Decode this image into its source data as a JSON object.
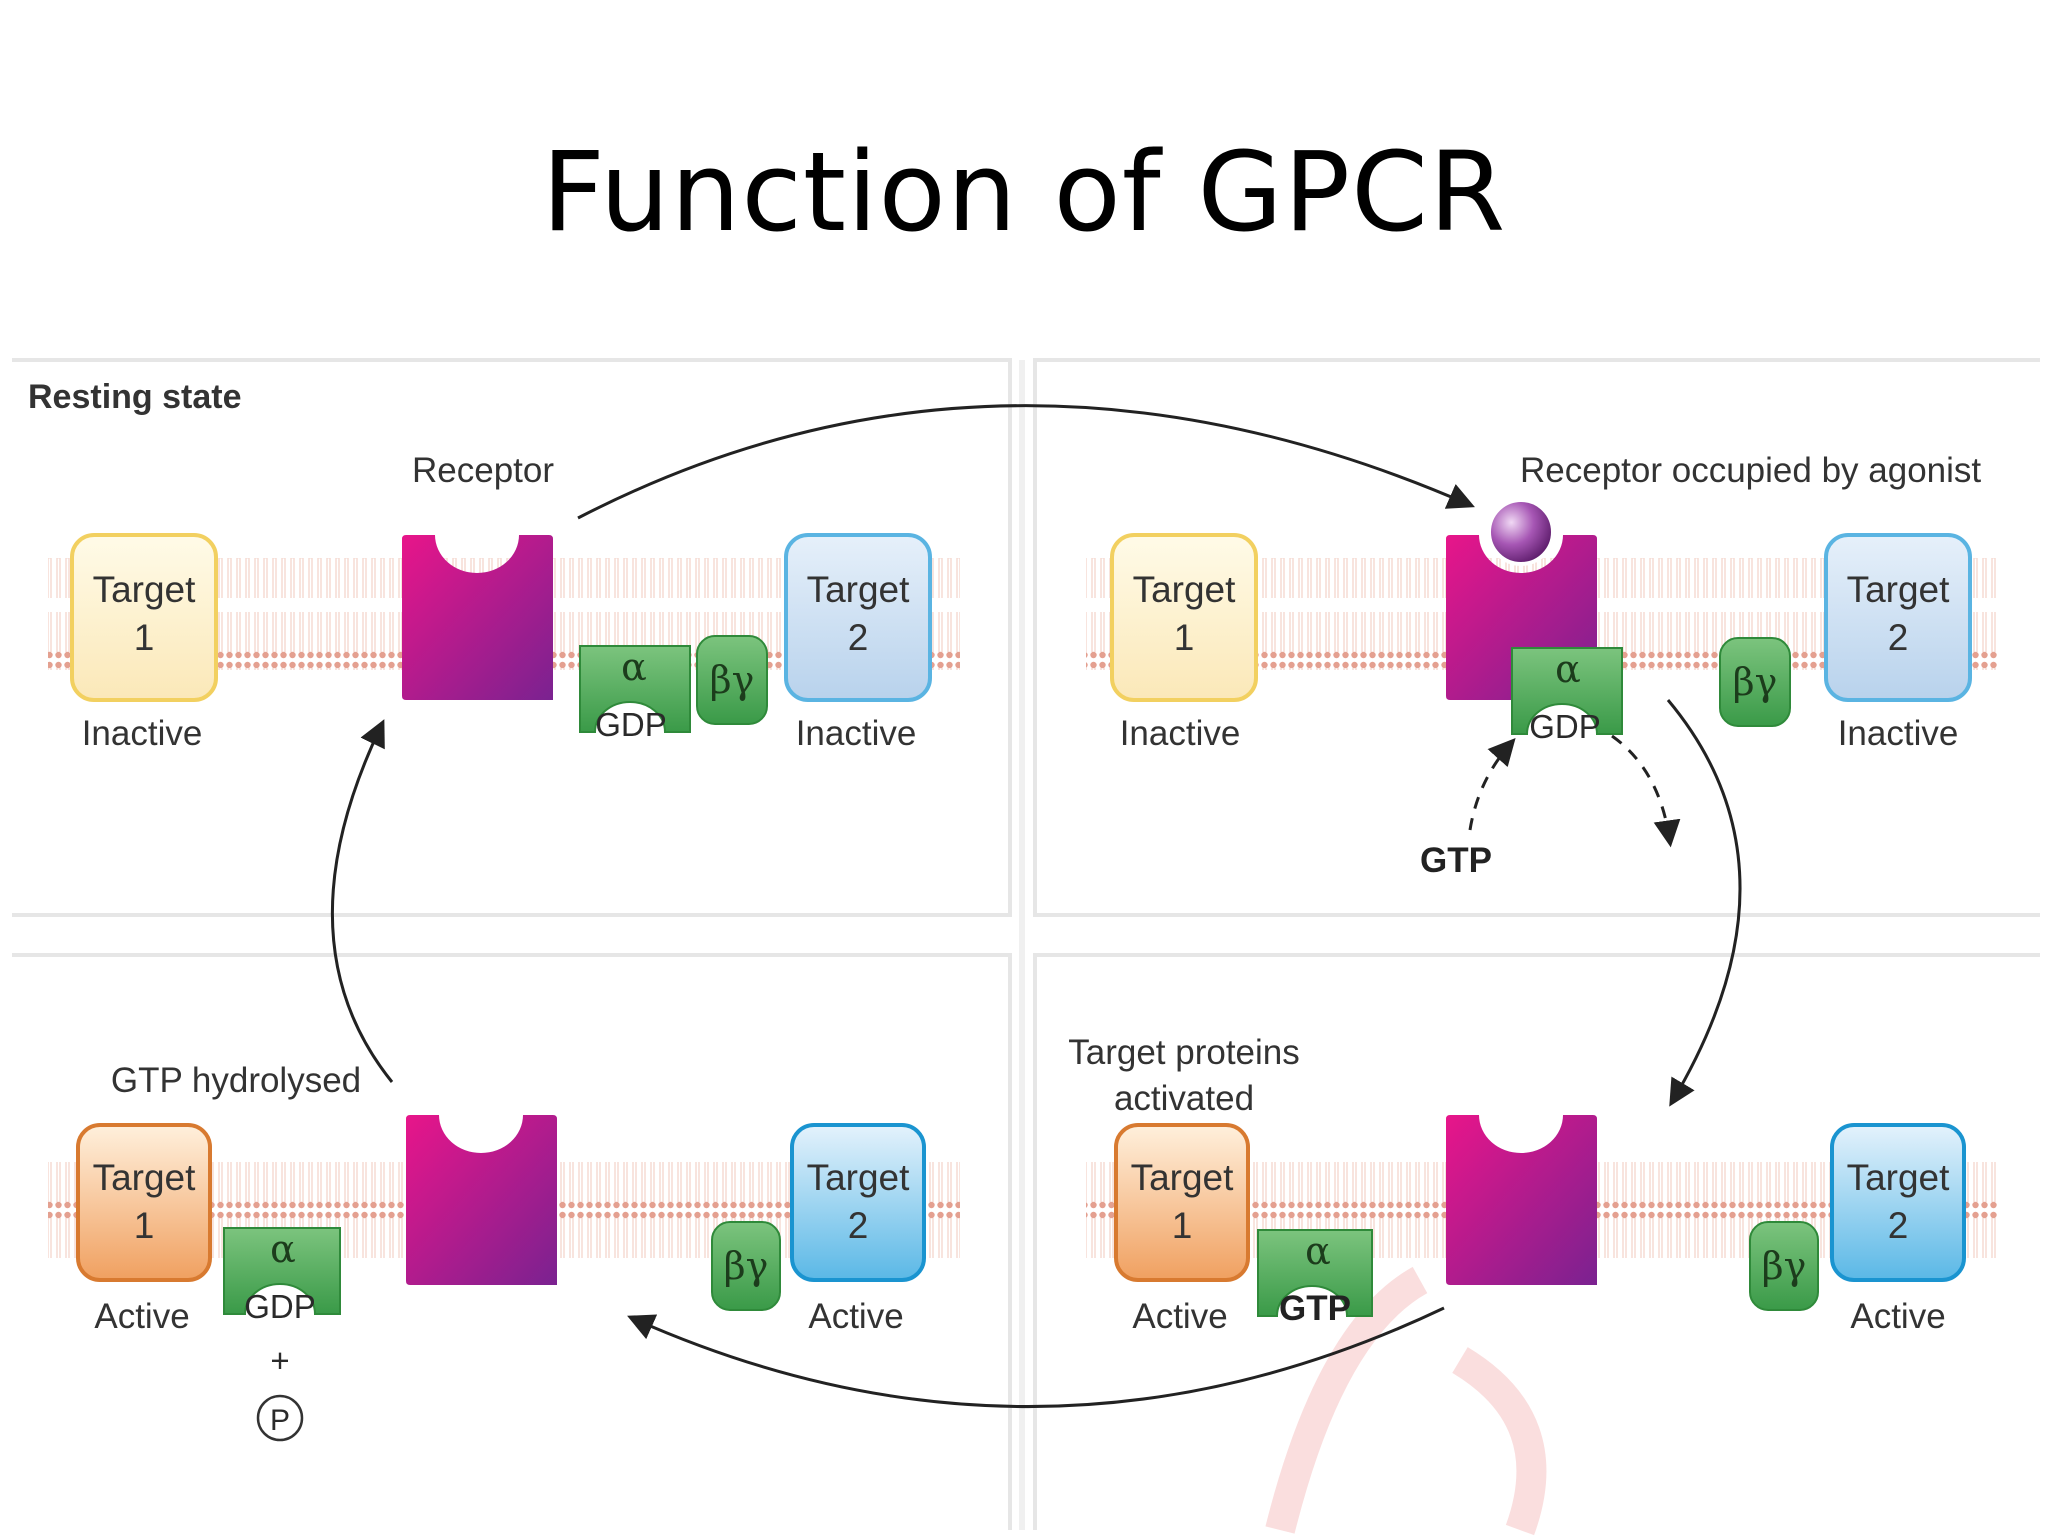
{
  "title": "Function of GPCR",
  "diagram": {
    "panels": {
      "resting": {
        "heading": "Resting state",
        "receptor_label": "Receptor",
        "target1": {
          "line1": "Target",
          "line2": "1",
          "status": "Inactive"
        },
        "target2": {
          "line1": "Target",
          "line2": "2",
          "status": "Inactive"
        },
        "alpha": "α",
        "alpha_nucleotide": "GDP",
        "beta_gamma": "βγ"
      },
      "agonist": {
        "receptor_label": "Receptor occupied by agonist",
        "target1": {
          "line1": "Target",
          "line2": "1",
          "status": "Inactive"
        },
        "target2": {
          "line1": "Target",
          "line2": "2",
          "status": "Inactive"
        },
        "alpha": "α",
        "alpha_nucleotide": "GDP",
        "beta_gamma": "βγ",
        "incoming_nucleotide": "GTP"
      },
      "activated": {
        "caption_line1": "Target proteins",
        "caption_line2": "activated",
        "target1": {
          "line1": "Target",
          "line2": "1",
          "status": "Active"
        },
        "target2": {
          "line1": "Target",
          "line2": "2",
          "status": "Active"
        },
        "alpha": "α",
        "alpha_nucleotide": "GTP",
        "beta_gamma": "βγ"
      },
      "hydrolysed": {
        "caption": "GTP hydrolysed",
        "target1": {
          "line1": "Target",
          "line2": "1",
          "status": "Active"
        },
        "target2": {
          "line1": "Target",
          "line2": "2",
          "status": "Active"
        },
        "alpha": "α",
        "alpha_nucleotide": "GDP",
        "beta_gamma": "βγ",
        "plus": "+",
        "phosphate": "P"
      }
    },
    "colors": {
      "receptor": "#d6187e",
      "g_protein": "#4aa856",
      "target1_inactive": "#fff0c8",
      "target2_inactive": "#c8ddf0",
      "target1_active": "#f0a868",
      "target2_active": "#2ea4d8",
      "agonist": "#9a4aa8",
      "membrane": "#e8a898"
    }
  }
}
